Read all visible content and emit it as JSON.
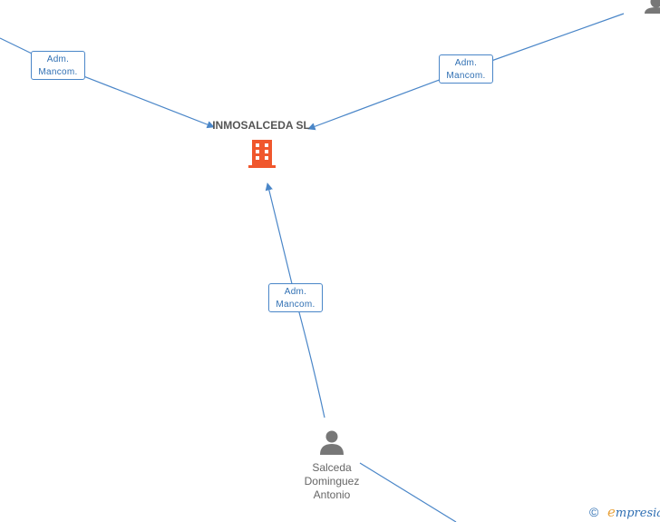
{
  "company": {
    "name": "INMOSALCEDA SL",
    "icon": "building-icon",
    "icon_color": "#f0572d"
  },
  "person": {
    "name_lines": [
      "Salceda",
      "Dominguez",
      "Antonio"
    ],
    "icon": "person-icon",
    "icon_color": "#777777"
  },
  "edges": [
    {
      "label_line1": "Adm.",
      "label_line2": "Mancom."
    },
    {
      "label_line1": "Adm.",
      "label_line2": "Mancom."
    },
    {
      "label_line1": "Adm.",
      "label_line2": "Mancom."
    }
  ],
  "colors": {
    "edge": "#4a86c8",
    "label_text": "#2f6fb3"
  },
  "footer": {
    "copyright": "©",
    "brand_first": "e",
    "brand_rest": "mpresia"
  }
}
